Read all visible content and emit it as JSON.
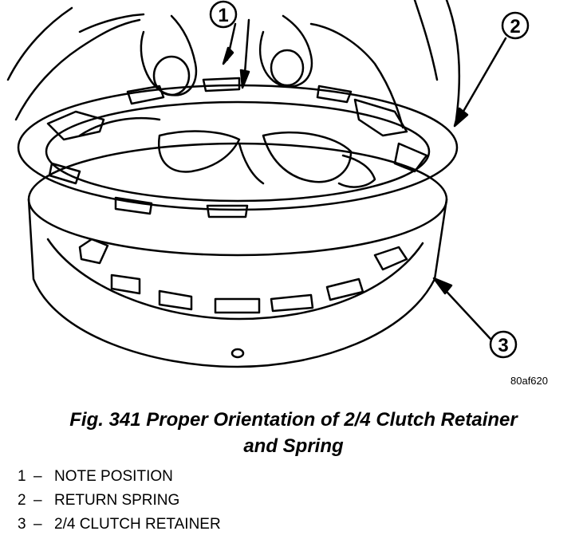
{
  "figure": {
    "code": "80af620",
    "caption_line1": "Fig. 341 Proper Orientation of 2/4 Clutch Retainer",
    "caption_line2": "and Spring"
  },
  "callouts": [
    {
      "number": "1"
    },
    {
      "number": "2"
    },
    {
      "number": "3"
    }
  ],
  "legend": [
    {
      "number": "1",
      "dash": "–",
      "label": "NOTE POSITION"
    },
    {
      "number": "2",
      "dash": "–",
      "label": "RETURN SPRING"
    },
    {
      "number": "3",
      "dash": "–",
      "label": "2/4 CLUTCH RETAINER"
    }
  ]
}
